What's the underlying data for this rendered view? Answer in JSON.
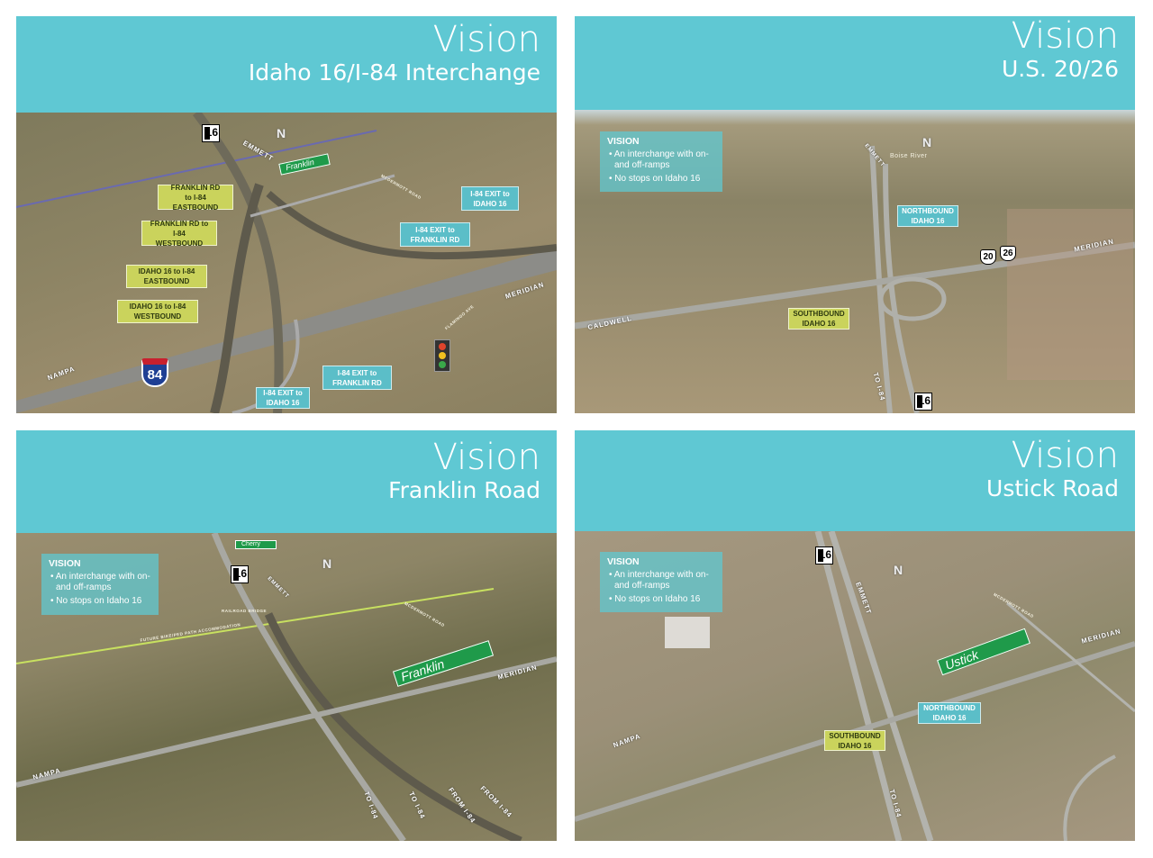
{
  "panels": [
    {
      "title": "Vision",
      "subtitle": "Idaho 16/I-84 Interchange",
      "labels": [
        "FRANKLIN RD to I-84 EASTBOUND",
        "FRANKLIN RD to I-84 WESTBOUND",
        "IDAHO 16 to I-84 EASTBOUND",
        "IDAHO 16 to I-84 WESTBOUND",
        "I-84 EXIT to IDAHO 16",
        "I-84 EXIT to FRANKLIN RD",
        "I-84 EXIT to FRANKLIN RD",
        "I-84 EXIT to IDAHO 16"
      ],
      "directions": [
        "EMMETT",
        "NAMPA",
        "MERIDIAN"
      ],
      "road_names": [
        "MCDERMOTT ROAD",
        "FLAMINGO AVE"
      ],
      "street_sign": "Franklin",
      "shield_16": "16",
      "interstate_shield": "84",
      "north": "N"
    },
    {
      "title": "Vision",
      "subtitle": "U.S. 20/26",
      "vision_box": {
        "heading": "VISION",
        "bullets": [
          "• An interchange with on- and off-ramps",
          "• No stops on Idaho 16"
        ]
      },
      "labels": [
        "NORTHBOUND IDAHO 16",
        "SOUTHBOUND IDAHO 16"
      ],
      "directions": [
        "EMMETT",
        "CALDWELL",
        "MERIDIAN",
        "TO I-84"
      ],
      "road_names": [
        "Boise River"
      ],
      "us_shields": [
        "20",
        "26"
      ],
      "shield_16": "16",
      "north": "N"
    },
    {
      "title": "Vision",
      "subtitle": "Franklin Road",
      "vision_box": {
        "heading": "VISION",
        "bullets": [
          "• An interchange with on- and off-ramps",
          "• No stops on Idaho 16"
        ]
      },
      "directions": [
        "EMMETT",
        "NAMPA",
        "MERIDIAN",
        "TO I-84",
        "TO I-84",
        "FROM I-84",
        "FROM I-84"
      ],
      "road_names": [
        "RAILROAD BRIDGE",
        "FUTURE BIKE/PED PATH ACCOMMODATION",
        "MCDERMOTT ROAD"
      ],
      "street_signs": [
        "Cherry",
        "Franklin"
      ],
      "shield_16": "16",
      "north": "N"
    },
    {
      "title": "Vision",
      "subtitle": "Ustick Road",
      "vision_box": {
        "heading": "VISION",
        "bullets": [
          "• An interchange with on- and off-ramps",
          "• No stops on Idaho 16"
        ]
      },
      "labels": [
        "NORTHBOUND IDAHO 16",
        "SOUTHBOUND IDAHO 16"
      ],
      "directions": [
        "EMMETT",
        "NAMPA",
        "MERIDIAN",
        "TO I-84"
      ],
      "road_names": [
        "MCDERMOTT ROAD"
      ],
      "street_sign": "Ustick",
      "shield_16": "16",
      "north": "N"
    }
  ],
  "colors": {
    "header": "#5fc8d3",
    "southbound_label": "#cad35c",
    "northbound_label": "#5bbec8",
    "street_sign": "#1f9a4a"
  }
}
